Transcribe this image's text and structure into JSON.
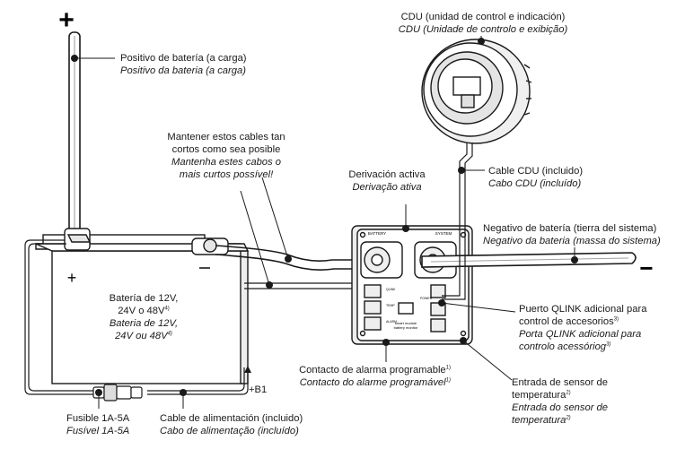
{
  "labels": {
    "battery_positive": {
      "es": "Positivo de batería (a carga)",
      "pt": "Positivo da bateria (a carga)"
    },
    "cdu": {
      "es": "CDU (unidad de control e indicación)",
      "pt": "CDU (Unidade de controlo e exibição)"
    },
    "short_cables": {
      "es_1": "Mantener estos cables tan",
      "es_2": "cortos como sea posible",
      "pt_1": "Mantenha estes cabos o",
      "pt_2": "mais curtos possível!"
    },
    "active_shunt": {
      "es": "Derivación activa",
      "pt": "Derivação ativa"
    },
    "cdu_cable": {
      "es": "Cable CDU (incluido)",
      "pt": "Cabo CDU (incluído)"
    },
    "battery_negative": {
      "es": "Negativo de batería (tierra del sistema)",
      "pt": "Negativo da bateria (massa do sistema)"
    },
    "battery": {
      "es_1": "Batería de 12V,",
      "es_2": "24V o 48V",
      "pt_1": "Bateria de 12V,",
      "pt_2": "24V ou 48V",
      "note": "4)"
    },
    "qlink_port": {
      "es_1": "Puerto QLINK adicional para",
      "es_2": "control de accesorios",
      "pt_1": "Porta QLINK adicional para",
      "pt_2": "controlo acessóriog",
      "note": "3)"
    },
    "alarm_contact": {
      "es": "Contacto de alarma programable",
      "pt": "Contacto do alarme programável",
      "note": "1)"
    },
    "temp_sensor": {
      "es_1": "Entrada de sensor de",
      "es_2": "temperatura",
      "pt_1": "Entrada do sensor de",
      "pt_2": "temperatura",
      "note": "2)"
    },
    "b1": "+B1",
    "fuse": {
      "es": "Fusible 1A-5A",
      "pt": "Fusível 1A-5A"
    },
    "power_cable": {
      "es": "Cable de alimentación (incluido)",
      "pt": "Cabo de alimentação (incluído)"
    }
  },
  "symbols": {
    "plus_sign": "+",
    "minus_sign": "−",
    "battery_plus": "+",
    "battery_minus": "−"
  },
  "device_text": {
    "shunt_top_left": "BATTERY",
    "shunt_top_right": "SYSTEM",
    "shunt_logo_1": "smart module",
    "shunt_logo_2": "battery monitor",
    "port_1": "QLINK",
    "port_2": "TEMP",
    "port_3": "ALARM",
    "port_4": "POWER"
  },
  "colors": {
    "stroke": "#1a1a1a",
    "device_fill": "#ffffff",
    "shadow": "#d9d9d9"
  }
}
